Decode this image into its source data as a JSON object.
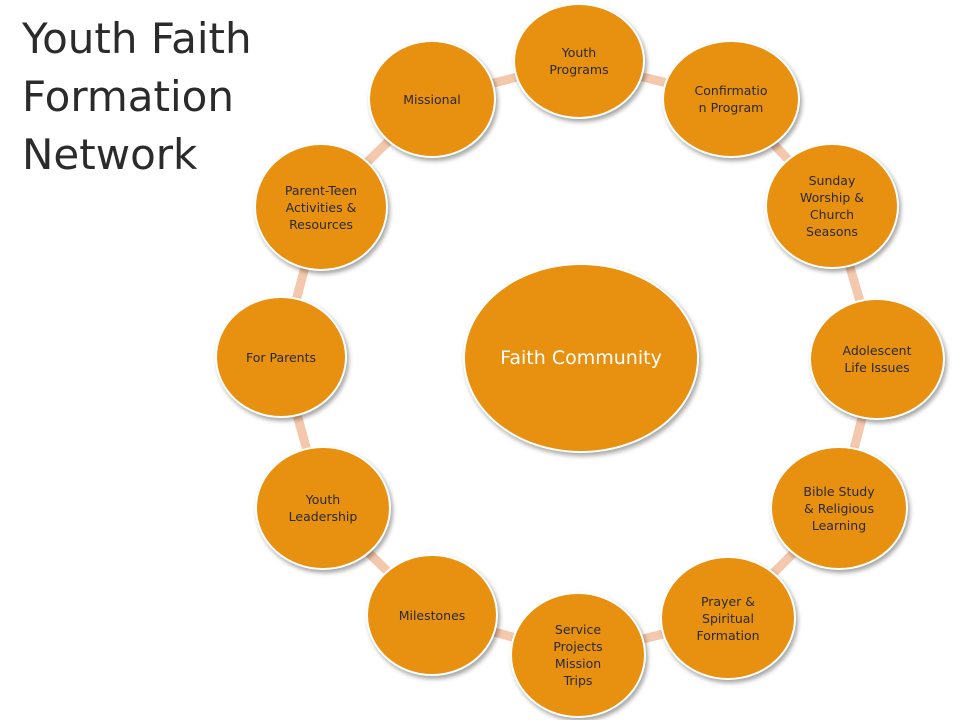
{
  "title_lines": [
    "Youth Faith",
    "Formation",
    "Network"
  ],
  "center": {
    "label_lines": [
      "Faith",
      "Community"
    ]
  },
  "nodes": [
    {
      "label_lines": [
        "Youth",
        "Programs"
      ]
    },
    {
      "label_lines": [
        "Confirmatio",
        "n Program"
      ]
    },
    {
      "label_lines": [
        "Sunday",
        "Worship &",
        "Church",
        "Seasons"
      ]
    },
    {
      "label_lines": [
        "Adolescent",
        "Life Issues"
      ]
    },
    {
      "label_lines": [
        "Bible Study",
        "& Religious",
        "Learning"
      ]
    },
    {
      "label_lines": [
        "Prayer &",
        "Spiritual",
        "Formation"
      ]
    },
    {
      "label_lines": [
        "Service",
        "Projects",
        "Mission",
        "Trips"
      ]
    },
    {
      "label_lines": [
        "Milestones"
      ]
    },
    {
      "label_lines": [
        "Youth",
        "Leadership"
      ]
    },
    {
      "label_lines": [
        "For Parents"
      ]
    },
    {
      "label_lines": [
        "Parent-Teen",
        "Activities &",
        "Resources"
      ]
    },
    {
      "label_lines": [
        "Missional"
      ]
    }
  ],
  "colors": {
    "node_fill": "#e8900f",
    "connector": "#f4c8ad",
    "node_text": "#2a2a2a",
    "center_text": "#ffffff"
  }
}
